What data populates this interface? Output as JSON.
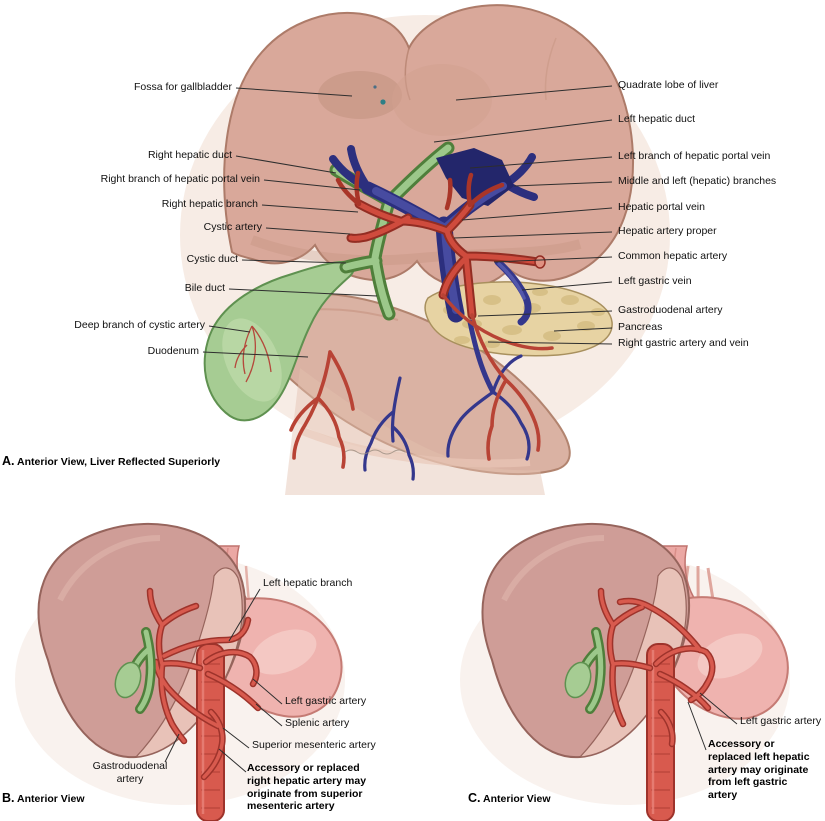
{
  "panels": {
    "a": {
      "caption_letter": "A.",
      "caption": "Anterior View, Liver Reflected Superiorly",
      "labels_left": [
        "Fossa for gallbladder",
        "Right hepatic duct",
        "Right branch of hepatic portal vein",
        "Right hepatic branch",
        "Cystic artery",
        "Cystic duct",
        "Bile duct",
        "Deep branch of cystic artery",
        "Duodenum"
      ],
      "labels_right": [
        "Quadrate lobe of liver",
        "Left hepatic duct",
        "Left branch of hepatic portal vein",
        "Middle and left (hepatic) branches",
        "Hepatic portal vein",
        "Hepatic artery proper",
        "Common hepatic artery",
        "Left gastric vein",
        "Gastroduodenal artery",
        "Pancreas",
        "Right gastric artery and vein"
      ]
    },
    "b": {
      "caption_letter": "B.",
      "caption": "Anterior View",
      "labels": [
        "Left hepatic branch",
        "Left gastric artery",
        "Splenic artery",
        "Superior mesenteric artery",
        "Gastroduodenal artery"
      ],
      "note": "Accessory or replaced right hepatic artery may originate from superior mesenteric artery"
    },
    "c": {
      "caption_letter": "C.",
      "caption": "Anterior View",
      "labels": [
        "Left gastric artery"
      ],
      "note": "Accessory or replaced left hepatic artery may originate from left gastric artery"
    }
  },
  "colors": {
    "artery_red": "#cf4b3d",
    "vein_blue": "#2e3186",
    "bile_green": "#9cc88a",
    "liver_tan": "#d9a89a",
    "liver_mauve": "#cf9d97",
    "pancreas_tan": "#e7d3a3",
    "stomach_pink": "#efb3af"
  }
}
